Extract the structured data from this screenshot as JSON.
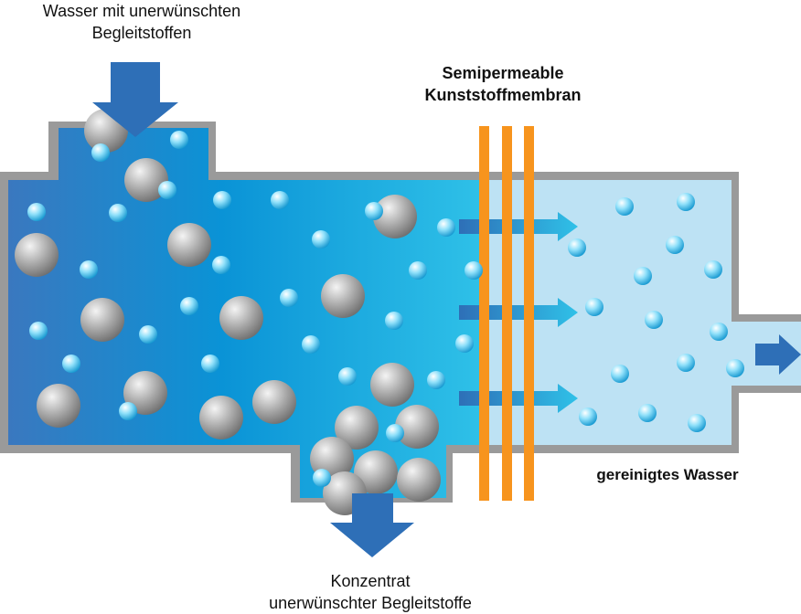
{
  "labels": {
    "inlet": [
      "Wasser mit unerwünschten",
      "Begleitstoffen"
    ],
    "membrane": [
      "Semipermeable",
      "Kunststoffmembran"
    ],
    "clean": "gereinigtes Wasser",
    "concentrate": [
      "Konzentrat",
      "unerwünschter Begleitstoffe"
    ]
  },
  "colors": {
    "housing": "#9a9a9a",
    "water_dark": "#2e6fb7",
    "water_mid": "#0aa0d8",
    "water_clean": "#bfe3f5",
    "arrow_main": "#2e6fb7",
    "membrane": "#f7941d",
    "particle_large": "#a6a6a6",
    "particle_small": "#5cc8ee"
  },
  "icons": {
    "inlet": "arrow-down-icon",
    "outlet_bottom": "arrow-down-icon",
    "outlet_right": "arrow-right-icon",
    "flow": "arrow-right-icon"
  }
}
